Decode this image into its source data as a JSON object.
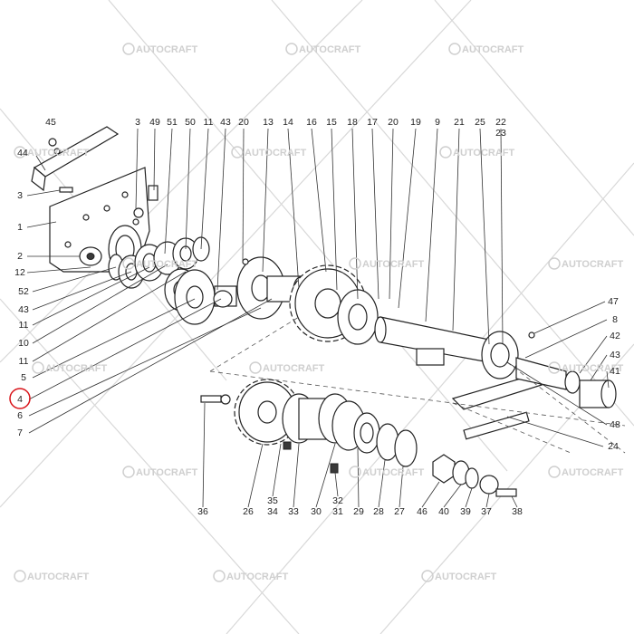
{
  "diagram": {
    "highlighted_part": "4",
    "highlight_color": "#d9141a",
    "watermark": "AUTOCRAFT",
    "top_labels": [
      "3",
      "49",
      "51",
      "50",
      "11",
      "43",
      "20",
      "13",
      "14",
      "16",
      "15",
      "18",
      "17",
      "20",
      "19",
      "9",
      "21",
      "25",
      "22",
      "23"
    ],
    "left_labels": [
      "45",
      "44",
      "3",
      "1",
      "2",
      "12",
      "52",
      "43",
      "11",
      "10",
      "11",
      "5",
      "4",
      "6",
      "7"
    ],
    "right_labels": [
      "47",
      "8",
      "42",
      "43",
      "41",
      "48",
      "24"
    ],
    "bottom_labels": [
      "36",
      "26",
      "35",
      "34",
      "33",
      "30",
      "32",
      "31",
      "29",
      "28",
      "27",
      "46",
      "40",
      "39",
      "37",
      "38"
    ]
  }
}
